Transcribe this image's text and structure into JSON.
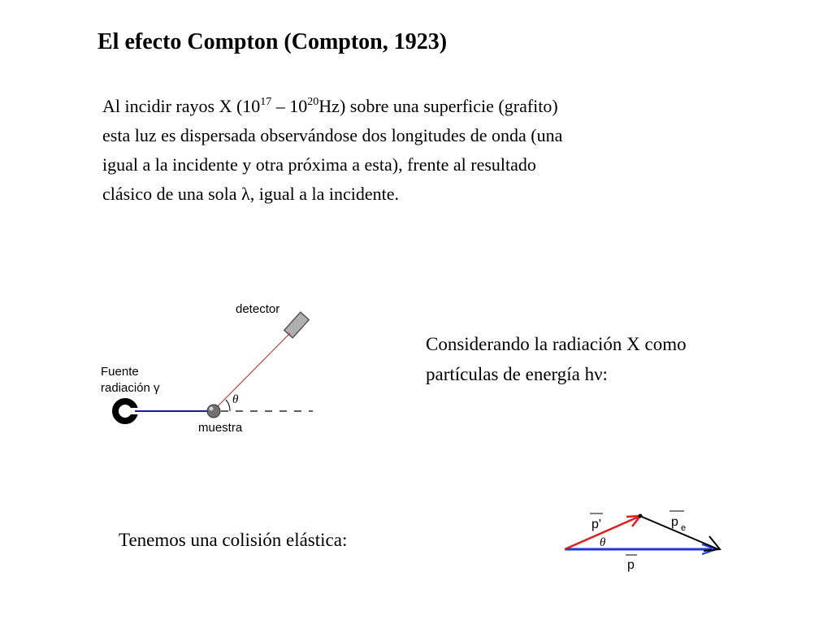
{
  "slide": {
    "title": "El efecto Compton (Compton, 1923)",
    "intro": {
      "l1_a": "Al incidir rayos X (10",
      "l1_sup1": "17",
      "l1_b": " – 10",
      "l1_sup2": "20",
      "l1_c": "Hz) sobre una superficie (grafito)",
      "l2": "esta luz es dispersada observándose dos longitudes de onda (una",
      "l3": "igual a la incidente y otra próxima a esta), frente al resultado",
      "l4": "clásico de una sola λ, igual a la incidente."
    },
    "considering": {
      "line1": "Considerando la radiación X como",
      "line2": "partículas de energía hν:"
    },
    "collision_text": "Tenemos una colisión elástica:"
  },
  "setup_diagram": {
    "detector_label": "detector",
    "source_label_1": "Fuente",
    "source_label_2": "radiación γ",
    "angle_label": "θ",
    "sample_label": "muestra",
    "colors": {
      "incident_beam": "#1a1aa0",
      "scattered_beam": "#cc2222",
      "detector": "#b0b0b0",
      "source": "#000000",
      "sample": "#707070"
    }
  },
  "vector_diagram": {
    "p_prime_label": "p'",
    "p_e_label": "p",
    "p_e_subscript": "e",
    "theta_label": "θ",
    "p_label": "p",
    "colors": {
      "p": "#1a3ad0",
      "p_prime": "#e02020",
      "p_e": "#000000"
    }
  }
}
